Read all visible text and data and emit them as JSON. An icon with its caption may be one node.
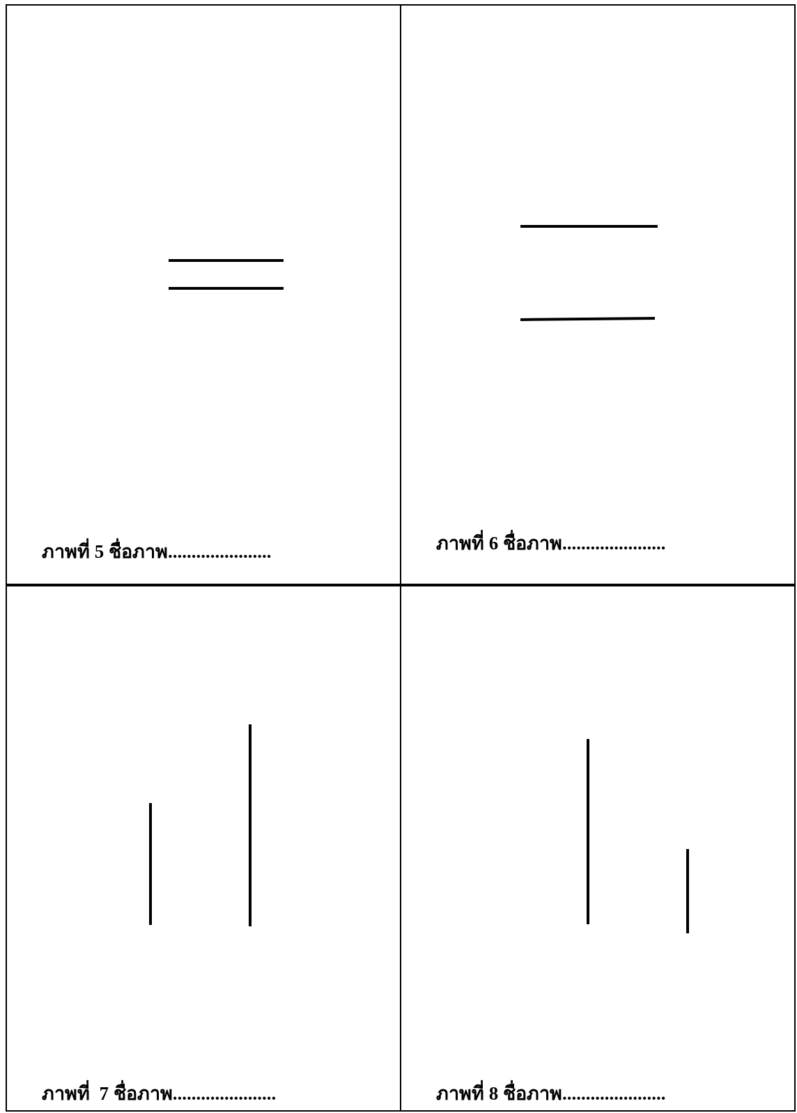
{
  "diagram": {
    "nodes": [
      {
        "text": [
          "ภาพที่ 5 ชื่อภาพ......................"
        ]
      },
      {
        "text": [
          "ภาพที่ 6 ชื่อภาพ......................"
        ]
      },
      {
        "text": [
          "ภาพที่  7 ชื่อภาพ......................"
        ]
      },
      {
        "text": [
          "ภาพที่ 8 ชื่อภาพ......................"
        ]
      }
    ]
  }
}
